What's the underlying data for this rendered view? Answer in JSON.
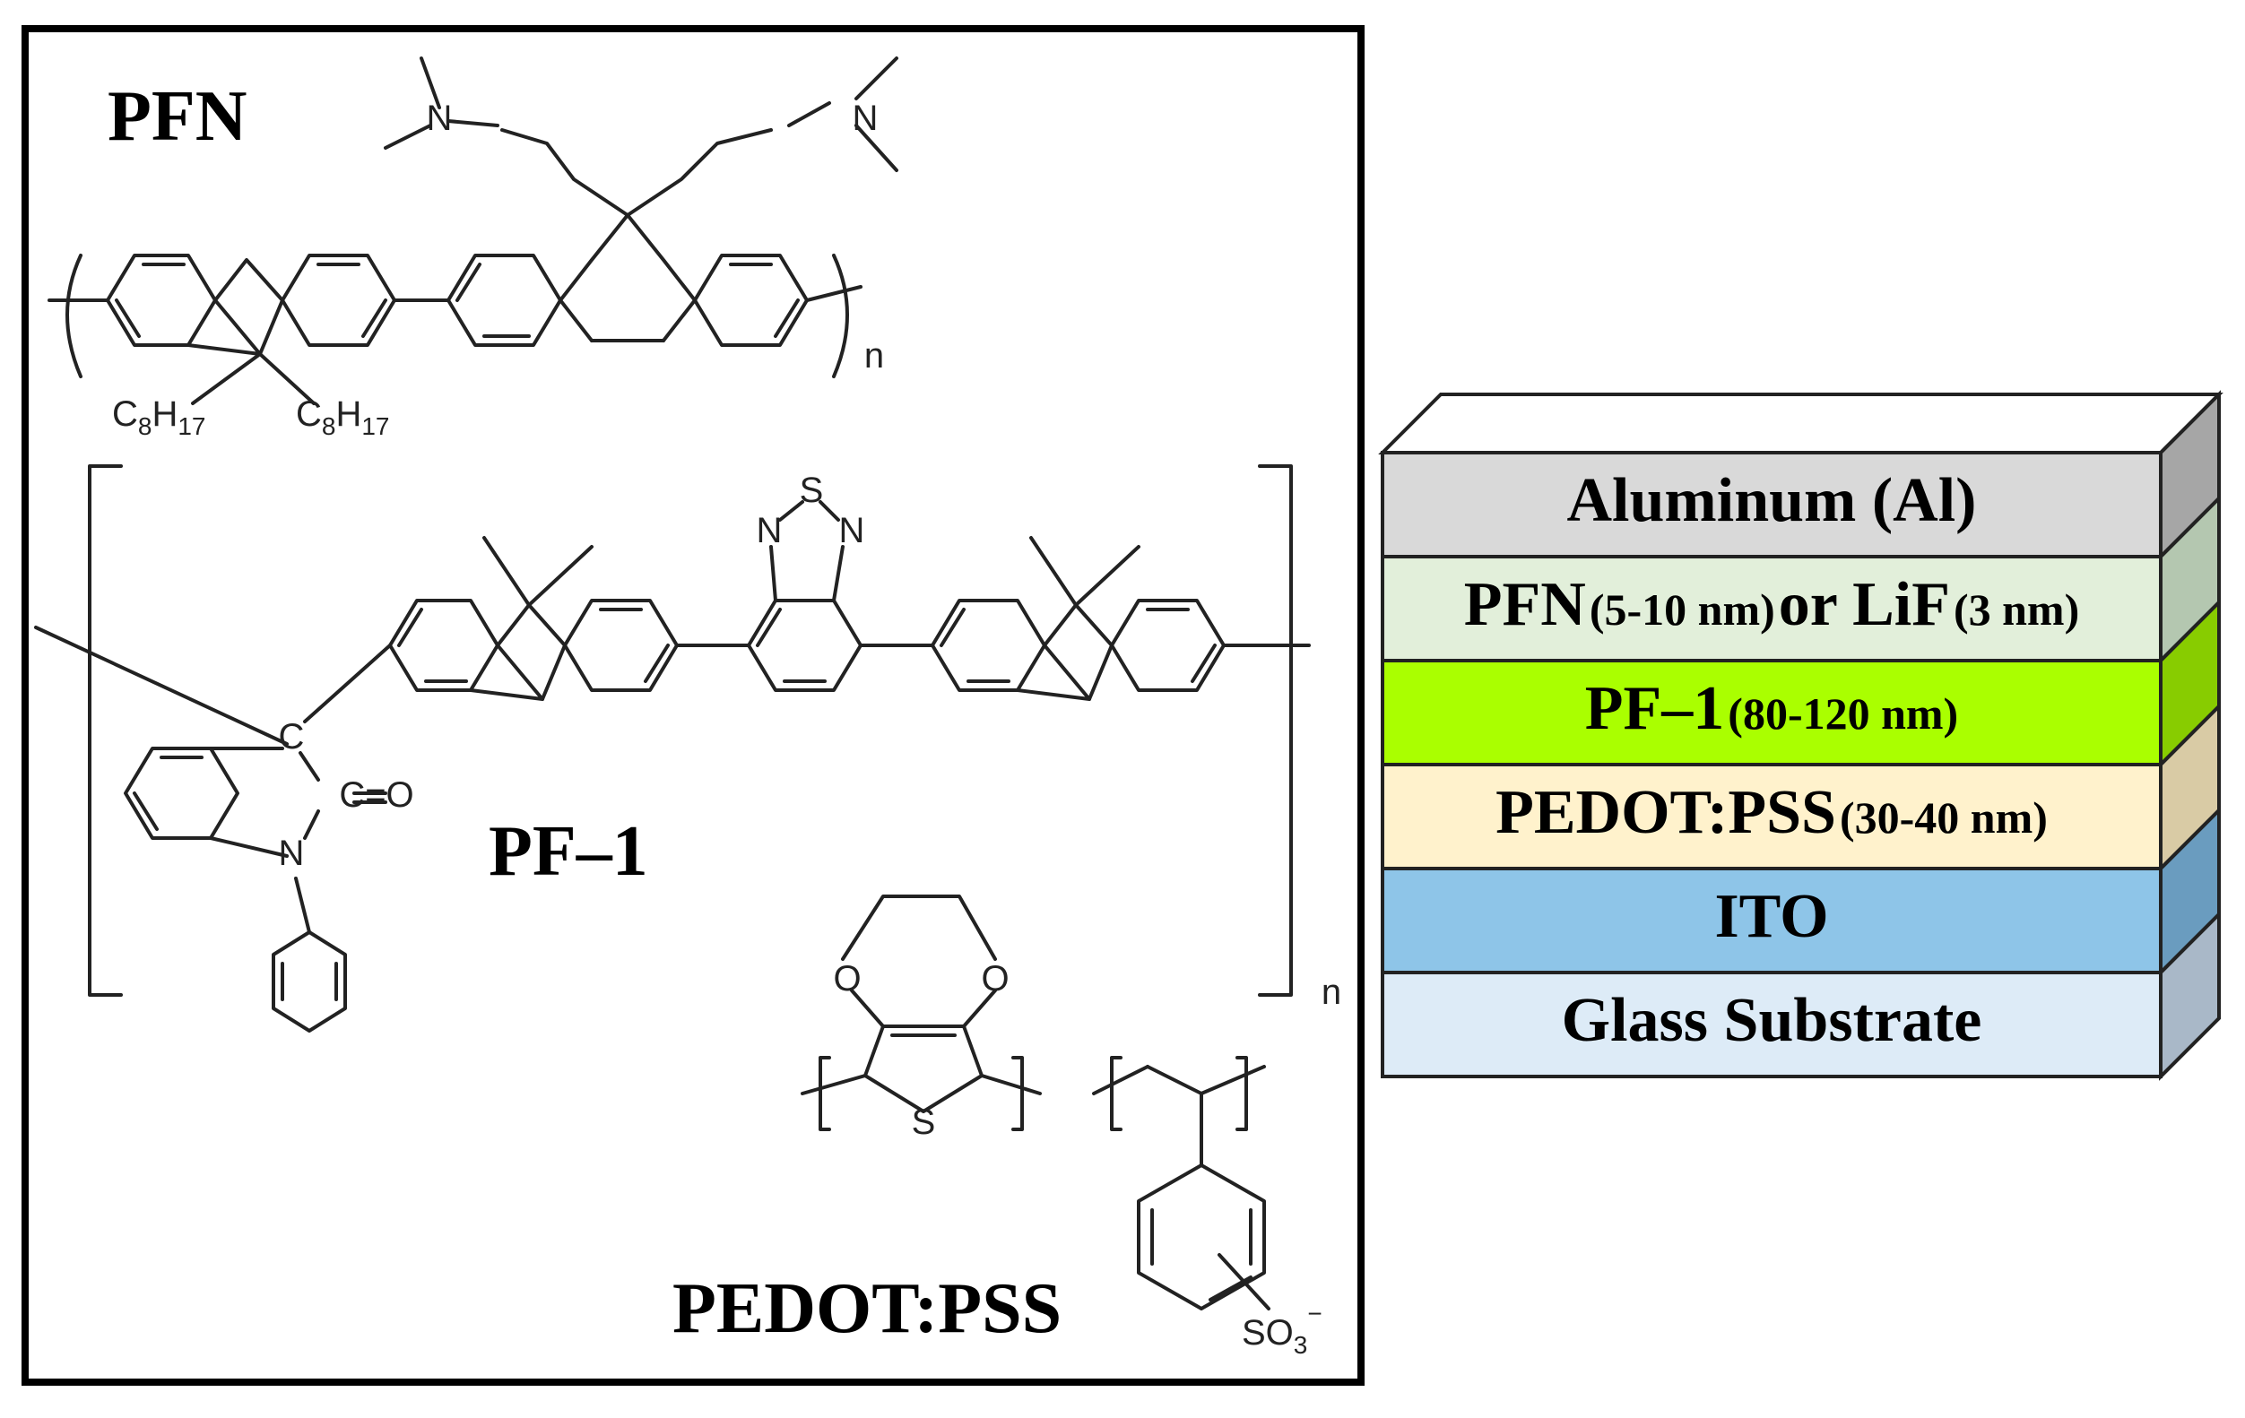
{
  "structures": {
    "pfn": {
      "label": "PFN",
      "atoms": {
        "n1": "N",
        "n2": "N",
        "c8h17_a": "C",
        "c8h17_a_sub": "8",
        "c8h17_a_h": "H",
        "c8h17_a_hsub": "17",
        "c8h17_b": "C",
        "c8h17_b_sub": "8",
        "c8h17_b_h": "H",
        "c8h17_b_hsub": "17",
        "repeat": "n"
      }
    },
    "pf1": {
      "label": "PF–1",
      "atoms": {
        "s": "S",
        "n_left": "N",
        "n_right": "N",
        "c": "C",
        "co": "C=O",
        "n_amide": "N",
        "repeat": "n"
      }
    },
    "pedot_pss": {
      "label": "PEDOT:PSS",
      "atoms": {
        "o1": "O",
        "o2": "O",
        "s": "S",
        "so3": "SO",
        "so3_sub": "3",
        "so3_charge": "−"
      }
    }
  },
  "device_stack": {
    "layers": [
      {
        "name": "Aluminum (Al)",
        "detail": "",
        "color": "#d9d9d9",
        "side": "#a6a6a6"
      },
      {
        "name": "PFN",
        "detail": "(5-10 nm)",
        "name2": "or LiF",
        "detail2": "(3 nm)",
        "color": "#e2efda",
        "side": "#b4c7b0"
      },
      {
        "name": "PF–1",
        "detail": "(80-120 nm)",
        "color": "#aaff00",
        "side": "#88cc00"
      },
      {
        "name": "PEDOT:PSS",
        "detail": "(30-40 nm)",
        "color": "#fff2cc",
        "side": "#d9cba5"
      },
      {
        "name": "ITO",
        "detail": "",
        "color": "#8ec5e8",
        "side": "#6a9cbf"
      },
      {
        "name": "Glass Substrate",
        "detail": "",
        "color": "#ddebf7",
        "side": "#a9b8c8"
      }
    ],
    "top_color": "#ffffff"
  }
}
